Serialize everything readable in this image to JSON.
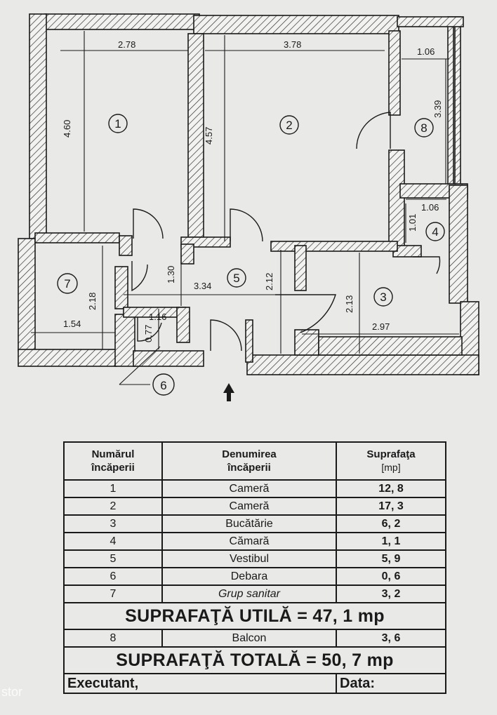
{
  "plan": {
    "dims": {
      "d1": "2.78",
      "d2": "3.78",
      "d3": "1.06",
      "d4": "4.60",
      "d5": "4.57",
      "d6": "3.39",
      "d7": "1.06",
      "d8": "1.01",
      "d9": "1.30",
      "d10": "3.34",
      "d11": "2.12",
      "d12": "2.13",
      "d13": "2.18",
      "d14": "1.54",
      "d15": "1.16",
      "d16": "0.77",
      "d17": "2.97"
    },
    "room_labels": [
      "1",
      "2",
      "3",
      "4",
      "5",
      "6",
      "7",
      "8"
    ]
  },
  "table": {
    "header": {
      "col1_l1": "Numărul",
      "col1_l2": "încăperii",
      "col2_l1": "Denumirea",
      "col2_l2": "încăperii",
      "col3_l1": "Suprafaţa",
      "col3_l2": "[mp]"
    },
    "rows": [
      {
        "num": "1",
        "name": "Cameră",
        "area": "12, 8"
      },
      {
        "num": "2",
        "name": "Cameră",
        "area": "17, 3"
      },
      {
        "num": "3",
        "name": "Bucătărie",
        "area": "6, 2"
      },
      {
        "num": "4",
        "name": "Cămară",
        "area": "1, 1"
      },
      {
        "num": "5",
        "name": "Vestibul",
        "area": "5, 9"
      },
      {
        "num": "6",
        "name": "Debara",
        "area": "0, 6"
      },
      {
        "num": "7",
        "name": "Grup sanitar",
        "area": "3, 2"
      }
    ],
    "util": "SUPRAFAŢĂ UTILĂ = 47, 1 mp",
    "balcon": {
      "num": "8",
      "name": "Balcon",
      "area": "3, 6"
    },
    "total": "SUPRAFAŢĂ TOTALĂ = 50, 7 mp",
    "executant": "Executant,",
    "data": "Data:"
  },
  "watermark": "stor"
}
